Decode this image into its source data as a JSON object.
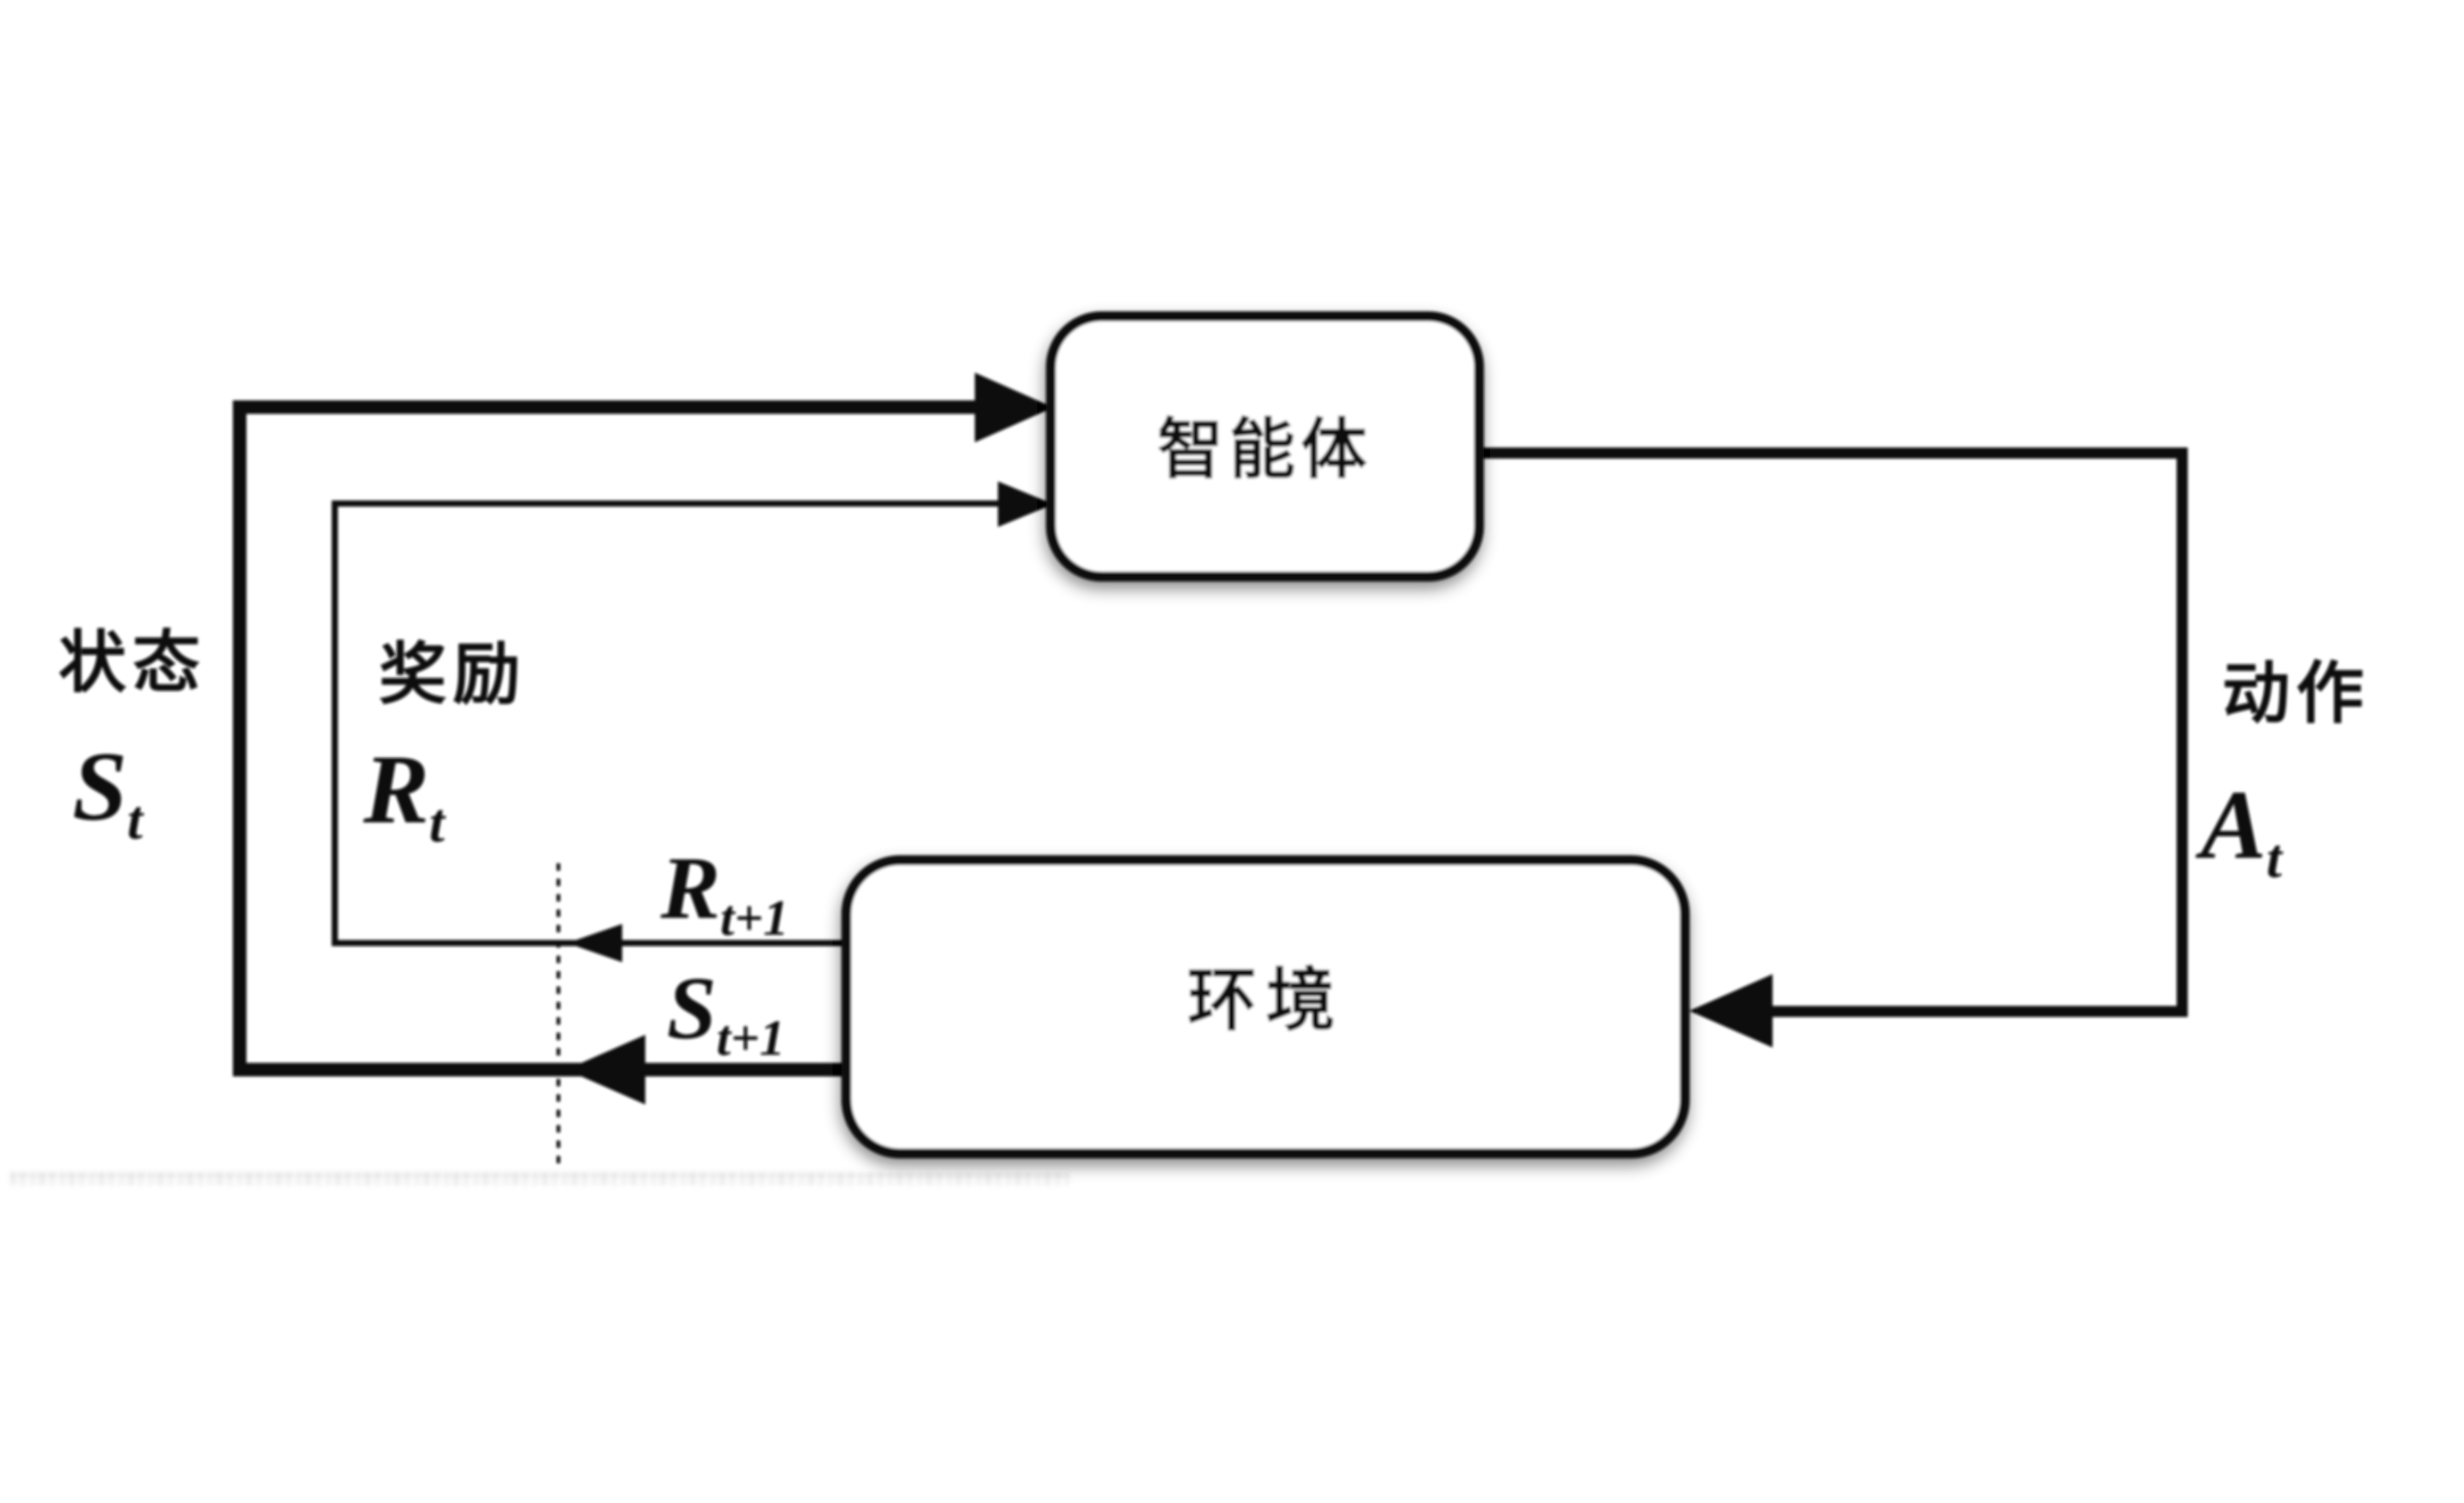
{
  "diagram": {
    "title_semantics": "reinforcement-learning agent-environment loop",
    "agent_box": {
      "label": "智能体"
    },
    "environment_box": {
      "label": "环境"
    },
    "state": {
      "caption": "状态",
      "symbol": "S",
      "subscript": "t"
    },
    "reward": {
      "caption": "奖励",
      "symbol": "R",
      "subscript": "t"
    },
    "action": {
      "caption": "动作",
      "symbol": "A",
      "subscript": "t"
    },
    "next_reward": {
      "symbol": "R",
      "subscript": "t+1"
    },
    "next_state": {
      "symbol": "S",
      "subscript": "t+1"
    }
  },
  "colors": {
    "ink": "#070707",
    "background": "#ffffff",
    "shadow": "#000000"
  }
}
